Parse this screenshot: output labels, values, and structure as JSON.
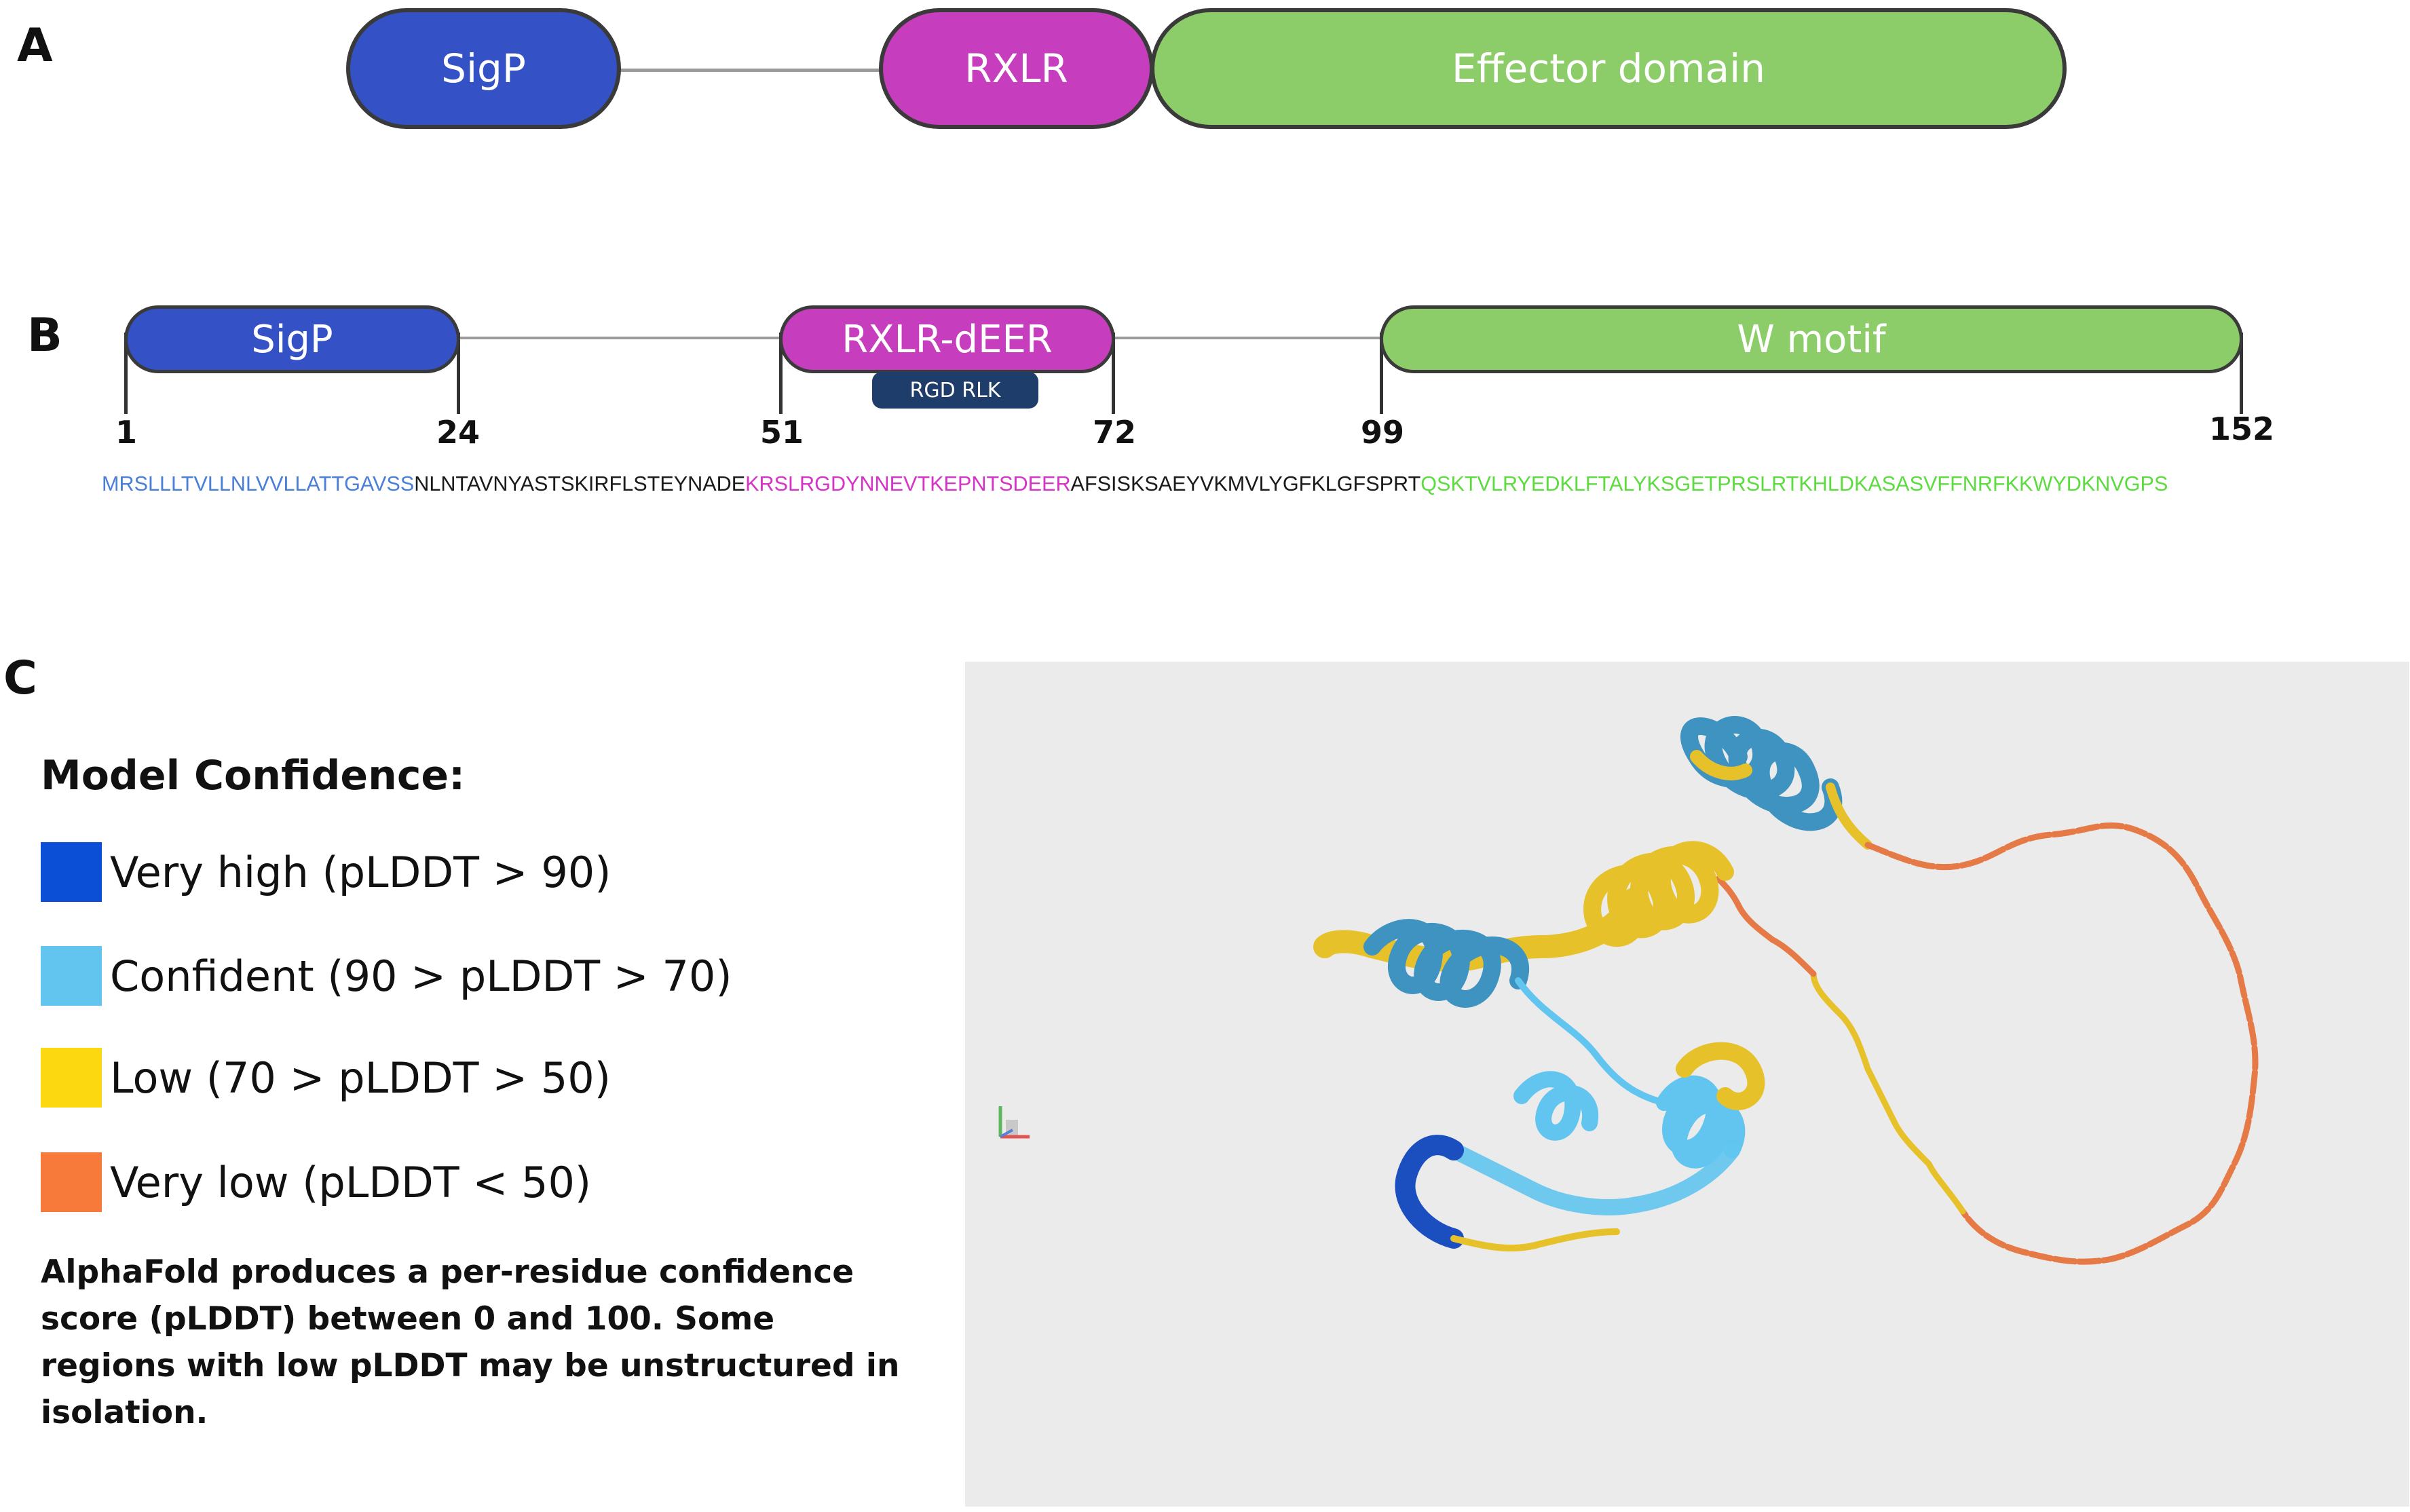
{
  "panel_a": {
    "letter": "A",
    "domains": [
      {
        "label": "SigP",
        "color": "#3451c6"
      },
      {
        "label": "RXLR",
        "color": "#c63dbd"
      },
      {
        "label": "Effector domain",
        "color": "#8ccd6a"
      }
    ]
  },
  "panel_b": {
    "letter": "B",
    "domains": [
      {
        "label": "SigP",
        "color": "#3451c6"
      },
      {
        "label": "RXLR-dEER",
        "color": "#c63dbd"
      },
      {
        "label": "W motif",
        "color": "#8ccd6a"
      }
    ],
    "sub_badge": "RGD RLK",
    "positions": [
      "1",
      "24",
      "51",
      "72",
      "99",
      "152"
    ],
    "sequence": {
      "sigp": "MRSLLLTVLLNLVVLLATTGAVSS",
      "linker1": "NLNTAVNYASTSKIRFLSTEYNADE",
      "rxlr": "KRSLRGDYNNEVTKEPNTSDEER",
      "linker2": "AFSISKSAEYVKMVLYGFKLGFSPRT",
      "wmotif": "QSKTVLRYEDKLFTALYKSGETPRSLRTKHLDKASASVFFNRFKKWYDKNVGPS"
    },
    "sequence_colors": {
      "sigp": "#4a7fd8",
      "linker": "#1a1a1a",
      "rxlr": "#d633c7",
      "wmotif": "#5cdc3e"
    }
  },
  "panel_c": {
    "letter": "C",
    "legend_title": "Model Confidence:",
    "legend": [
      {
        "label": "Very high (pLDDT > 90)",
        "color": "#0a4fd6"
      },
      {
        "label": "Confident (90 > pLDDT > 70)",
        "color": "#62c5ef"
      },
      {
        "label": "Low (70 > pLDDT > 50)",
        "color": "#fbd80f"
      },
      {
        "label": "Very low (pLDDT < 50)",
        "color": "#f87a3b"
      }
    ],
    "note": "AlphaFold produces a per-residue confidence score (pLDDT) between 0 and 100. Some regions with low pLDDT may be unstructured in isolation.",
    "viewer_background": "#ebebeb",
    "structure_colors": {
      "helix_confident": "#3e93c0",
      "helix_very_high": "#1b4fc0",
      "low": "#e6c12a",
      "very_low": "#e57a47"
    }
  }
}
